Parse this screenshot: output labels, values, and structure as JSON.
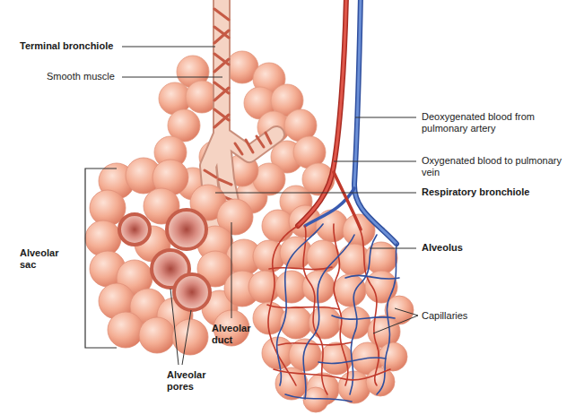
{
  "diagram": {
    "labels": [
      "Terminal bronchiole",
      "Smooth muscle",
      "Alveolar sac",
      "Alveolar pores",
      "Alveolar duct",
      "Deoxygenated blood from pulmonary artery",
      "Oxygenated blood to pulmonary vein",
      "Respiratory bronchiole",
      "Alveolus",
      "Capillaries"
    ]
  }
}
